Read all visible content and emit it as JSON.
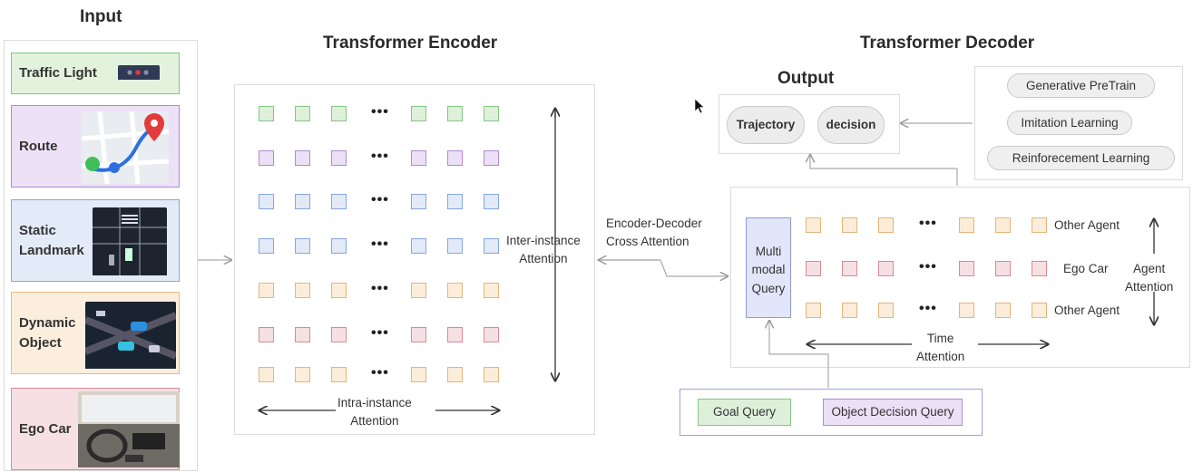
{
  "titles": {
    "input": "Input",
    "encoder": "Transformer Encoder",
    "decoder": "Transformer Decoder",
    "output": "Output"
  },
  "inputs": [
    {
      "label": "Traffic Light",
      "color": "#7fc77f",
      "fill": "#e3f2dd"
    },
    {
      "label": "Route",
      "color": "#b487d6",
      "fill": "#ece1f6"
    },
    {
      "label": "Static\nLandmark",
      "color": "#85a5e0",
      "fill": "#e3ebf8"
    },
    {
      "label": "Dynamic\nObject",
      "color": "#e7b981",
      "fill": "#fbeedd"
    },
    {
      "label": "Ego Car",
      "color": "#d98c96",
      "fill": "#f7e0e3"
    }
  ],
  "encoder": {
    "dots": "•••",
    "inter_attention": "Inter-instance\nAttention",
    "intra_attention": "Intra-instance\nAttention",
    "row_colors": [
      {
        "stroke": "#86c586",
        "fill": "#dff0da"
      },
      {
        "stroke": "#b28ad4",
        "fill": "#ebe0f5"
      },
      {
        "stroke": "#86a6df",
        "fill": "#e2eaf8"
      },
      {
        "stroke": "#86a6df",
        "fill": "#e2eaf8"
      },
      {
        "stroke": "#e5b57a",
        "fill": "#fbedd9"
      },
      {
        "stroke": "#d98a94",
        "fill": "#f7e0e3"
      },
      {
        "stroke": "#e5b57a",
        "fill": "#fbedd9"
      }
    ]
  },
  "cross_attention": "Encoder-Decoder\nCross Attention",
  "output": {
    "items": [
      "Trajectory",
      "decision"
    ]
  },
  "training": {
    "items": [
      "Generative PreTrain",
      "Imitation Learning",
      "Reinforecement Learning"
    ]
  },
  "decoder": {
    "query_label": "Multi\nmodal\nQuery",
    "dots": "•••",
    "rows": [
      {
        "label": "Other Agent",
        "stroke": "#e5b57a",
        "fill": "#fbedd9"
      },
      {
        "label": "Ego Car",
        "stroke": "#d98a94",
        "fill": "#f7e0e3"
      },
      {
        "label": "Other Agent",
        "stroke": "#e5b57a",
        "fill": "#fbedd9"
      }
    ],
    "agent_attention": "Agent\nAttention",
    "time_attention": "Time\nAttention"
  },
  "queries": {
    "goal": "Goal Query",
    "object_decision": "Object Decision Query"
  }
}
